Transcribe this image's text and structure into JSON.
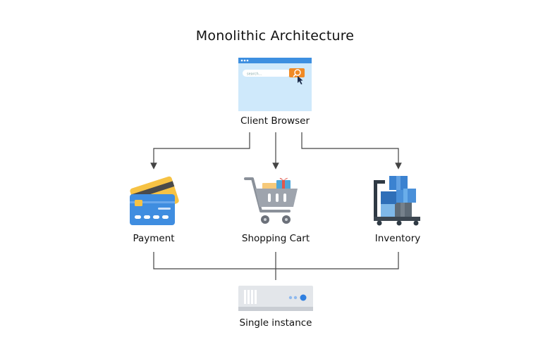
{
  "title": "Monolithic Architecture",
  "nodes": {
    "client": {
      "label": "Client Browser",
      "search_placeholder": "search..."
    },
    "payment": {
      "label": "Payment"
    },
    "cart": {
      "label": "Shopping Cart"
    },
    "inventory": {
      "label": "Inventory"
    },
    "server": {
      "label": "Single instance"
    }
  },
  "colors": {
    "line": "#444444",
    "browser_bg": "#cfe9fb",
    "browser_bar": "#3d8fe0",
    "search_button": "#f08a24",
    "card_front": "#3f8de0",
    "card_back": "#f6c244",
    "cart_gray": "#9ea4ad",
    "box_blue": "#4a90d9",
    "server_body": "#e3e6ea",
    "server_light": "#2f7fe0"
  }
}
